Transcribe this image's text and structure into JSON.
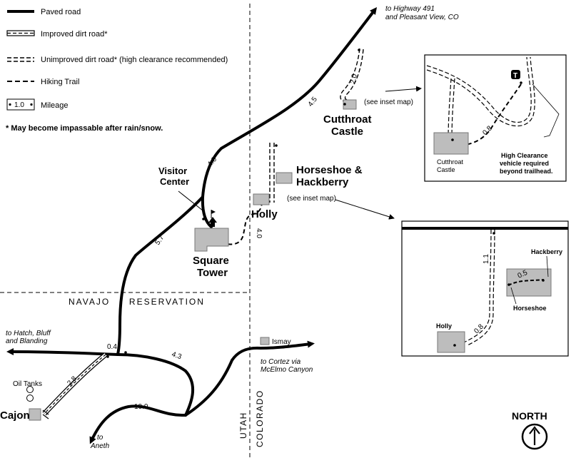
{
  "legend": {
    "paved": "Paved road",
    "improved": "Improved dirt road*",
    "unimproved": "Unimproved dirt road* (high clearance recommended)",
    "hiking": "Hiking Trail",
    "mileage": "Mileage",
    "mileage_sample": "1.0",
    "footnote": "* May become impassable after rain/snow."
  },
  "places": {
    "visitor_center_1": "Visitor",
    "visitor_center_2": "Center",
    "square_tower_1": "Square",
    "square_tower_2": "Tower",
    "holly": "Holly",
    "horseshoe_hackberry_1": "Horseshoe &",
    "horseshoe_hackberry_2": "Hackberry",
    "cutthroat_1": "Cutthroat",
    "cutthroat_2": "Castle",
    "cajon": "Cajon",
    "oil_tanks": "Oil Tanks",
    "ismay": "Ismay"
  },
  "destinations": {
    "hwy491_1": "to Highway 491",
    "hwy491_2": "and Pleasant View, CO",
    "hatch_1": "to Hatch, Bluff",
    "hatch_2": "and Blanding",
    "cortez_1": "to Cortez via",
    "cortez_2": "McElmo Canyon",
    "aneth_1": "to",
    "aneth_2": "Aneth"
  },
  "see_inset_1": "(see inset map)",
  "see_inset_2": "(see inset map)",
  "boundaries": {
    "navajo": "NAVAJO     RESERVATION",
    "utah": "UTAH",
    "colorado": "COLORADO"
  },
  "mileage": {
    "m45": "4.5",
    "m20": "2.0",
    "m40a": "4.0",
    "m40b": "4.0",
    "m57": "5.7",
    "m04": "0.4",
    "m43": "4.3",
    "m28": "2.8",
    "m100": "10.0"
  },
  "inset_cutthroat": {
    "trailhead_symbol": "T",
    "distance": "0.8",
    "castle_1": "Cutthroat",
    "castle_2": "Castle",
    "note_1": "High Clearance",
    "note_2": "vehicle required",
    "note_3": "beyond trailhead."
  },
  "inset_horseshoe": {
    "m11": "1.1",
    "m05": "0.5",
    "m08": "0.8",
    "hackberry": "Hackberry",
    "horseshoe": "Horseshoe",
    "holly": "Holly"
  },
  "north_label": "NORTH",
  "colors": {
    "ink": "#000000",
    "ruin_fill": "#bdbdbd",
    "paper": "#ffffff"
  }
}
